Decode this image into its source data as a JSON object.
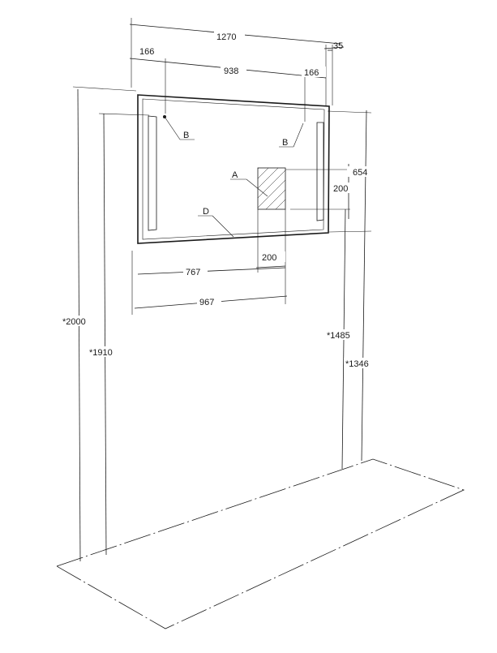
{
  "dimensions": {
    "total_width": "1270",
    "right_edge": "35",
    "left_offset": "166",
    "led_spacing": "938",
    "right_offset": "166",
    "height_654": "654",
    "box_height": "200",
    "box_width": "200",
    "dist_767": "767",
    "dist_967": "967",
    "h_2000": "*2000",
    "h_1910": "*1910",
    "h_1485": "*1485",
    "h_1346": "*1346"
  },
  "callouts": {
    "b_left": "B",
    "b_right": "B",
    "a_box": "A",
    "d_bottom": "D"
  }
}
